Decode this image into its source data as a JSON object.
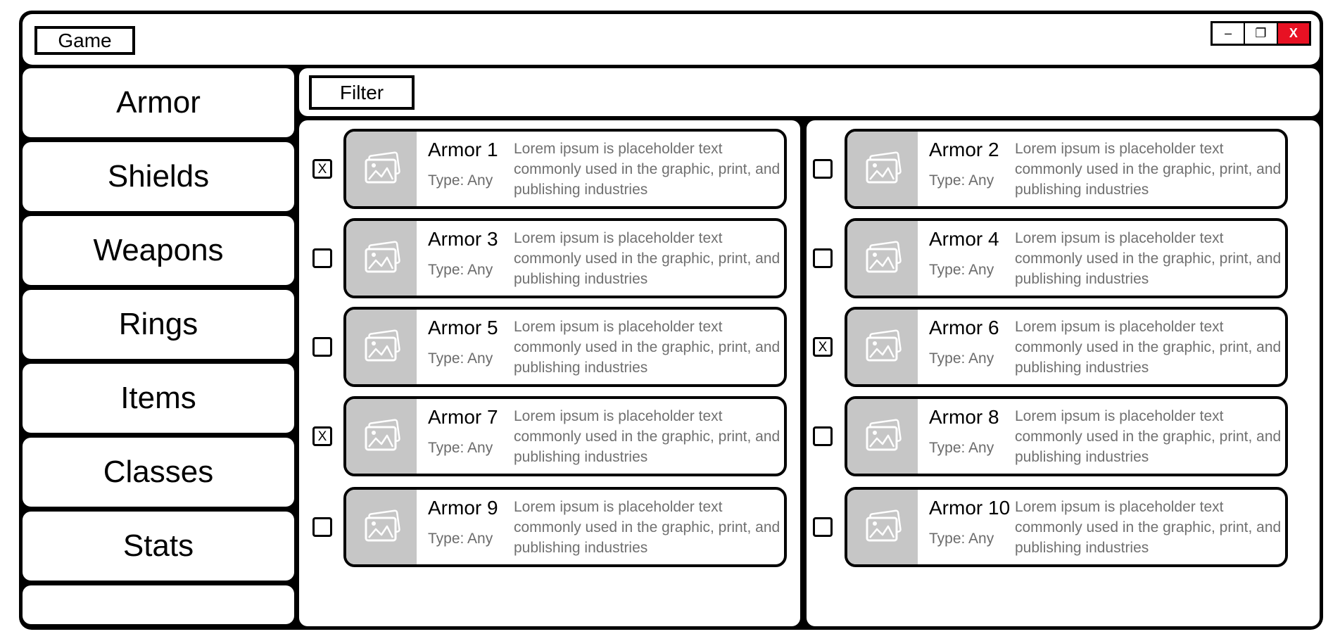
{
  "window": {
    "title": "Game",
    "controls": {
      "minimize": "–",
      "restore": "❐",
      "close": "X"
    }
  },
  "sidebar": {
    "items": [
      {
        "label": "Armor"
      },
      {
        "label": "Shields"
      },
      {
        "label": "Weapons"
      },
      {
        "label": "Rings"
      },
      {
        "label": "Items"
      },
      {
        "label": "Classes"
      },
      {
        "label": "Stats"
      }
    ]
  },
  "filter": {
    "label": "Filter"
  },
  "items": [
    {
      "name": "Armor 1",
      "type": "Type: Any",
      "desc": "Lorem ipsum is placeholder text commonly used in the graphic, print, and publishing industries",
      "checked": true,
      "mark": "X"
    },
    {
      "name": "Armor 2",
      "type": "Type: Any",
      "desc": "Lorem ipsum is placeholder text commonly used in the graphic, print, and publishing industries",
      "checked": false,
      "mark": ""
    },
    {
      "name": "Armor 3",
      "type": "Type: Any",
      "desc": "Lorem ipsum is placeholder text commonly used in the graphic, print, and publishing industries",
      "checked": false,
      "mark": ""
    },
    {
      "name": "Armor 4",
      "type": "Type: Any",
      "desc": "Lorem ipsum is placeholder text commonly used in the graphic, print, and publishing industries",
      "checked": false,
      "mark": ""
    },
    {
      "name": "Armor 5",
      "type": "Type: Any",
      "desc": "Lorem ipsum is placeholder text commonly used in the graphic, print, and publishing industries",
      "checked": false,
      "mark": ""
    },
    {
      "name": "Armor 6",
      "type": "Type: Any",
      "desc": "Lorem ipsum is placeholder text commonly used in the graphic, print, and publishing industries",
      "checked": true,
      "mark": "X"
    },
    {
      "name": "Armor 7",
      "type": "Type: Any",
      "desc": "Lorem ipsum is placeholder text commonly used in the graphic, print, and publishing industries",
      "checked": true,
      "mark": "X"
    },
    {
      "name": "Armor 8",
      "type": "Type: Any",
      "desc": "Lorem ipsum is placeholder text commonly used in the graphic, print, and publishing industries",
      "checked": false,
      "mark": ""
    },
    {
      "name": "Armor 9",
      "type": "Type: Any",
      "desc": "Lorem ipsum is placeholder text commonly used in the graphic, print, and publishing industries",
      "checked": false,
      "mark": ""
    },
    {
      "name": "Armor 10",
      "type": "Type: Any",
      "desc": "Lorem ipsum is placeholder text commonly used in the graphic, print, and publishing industries",
      "checked": false,
      "mark": ""
    }
  ]
}
